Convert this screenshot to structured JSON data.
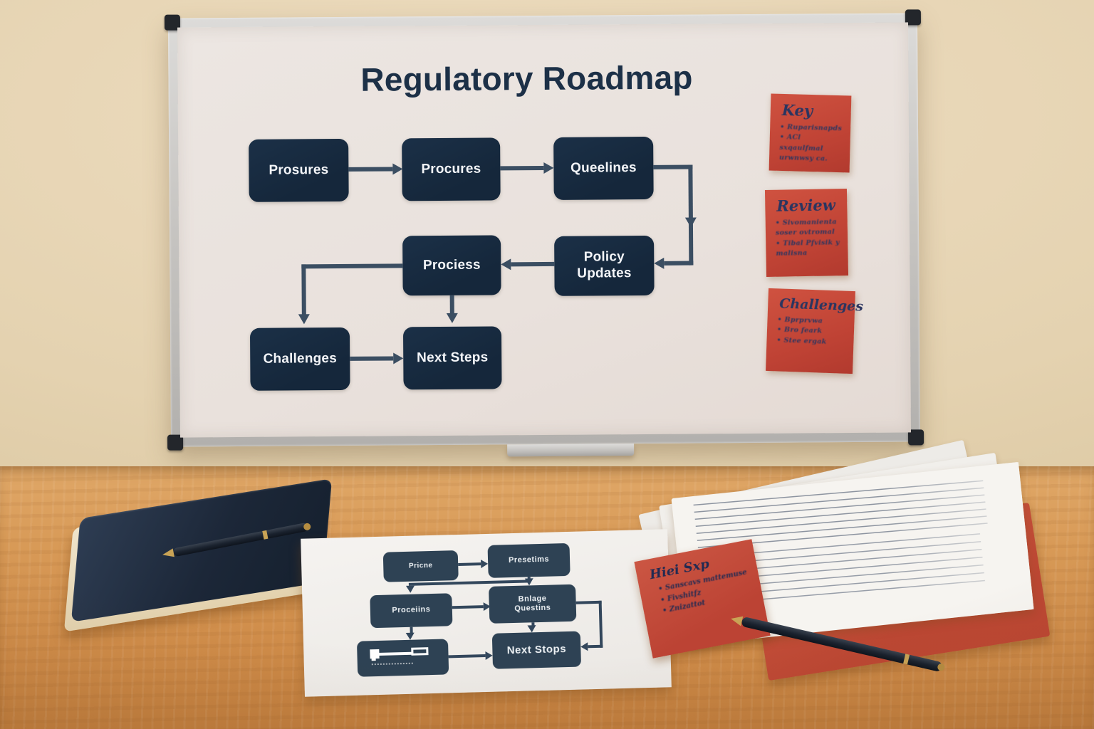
{
  "whiteboard": {
    "title": "Regulatory Roadmap",
    "flowchart": {
      "nodes": [
        {
          "label": "Prosures"
        },
        {
          "label": "Procures"
        },
        {
          "label": "Queelines"
        },
        {
          "label": "Prociess"
        },
        {
          "label": "Policy Updates"
        },
        {
          "label": "Challenges"
        },
        {
          "label": "Next Steps"
        }
      ]
    },
    "sticky_notes": [
      {
        "title": "Key",
        "items": [
          "Ruparisnapds",
          "ACl sxqaulfmal urwnwsy ca."
        ]
      },
      {
        "title": "Review",
        "items": [
          "Sivomanienta soser ovtromal",
          "Tibal Pfvisik y malisna"
        ]
      },
      {
        "title": "Challenges",
        "items": [
          "Bprprvwa",
          "Bro feark",
          "Stee ergak"
        ]
      }
    ]
  },
  "desk": {
    "paper_flowchart": {
      "nodes": [
        {
          "label": "Pricne"
        },
        {
          "label": "Presetims"
        },
        {
          "label": "Proceiins"
        },
        {
          "label": "Bnlage Questins"
        },
        {
          "label": "",
          "icon": "key-icon"
        },
        {
          "label": "Next Stops"
        }
      ]
    },
    "sticky_note": {
      "title": "Hiei Sxp",
      "items": [
        "Sanscavs mattemuse",
        "Fivshitfz",
        "Znizattot"
      ]
    }
  },
  "colors": {
    "navy_box": "#16293e",
    "arrow": "#3b4e62",
    "sticky_red": "#c5483a",
    "wall": "#e4d2b2",
    "desk_wood": "#d69a5c",
    "whiteboard_surface": "#eae3de",
    "handwriting_ink": "#2a3560",
    "paper_box_slate": "#2e4254"
  }
}
